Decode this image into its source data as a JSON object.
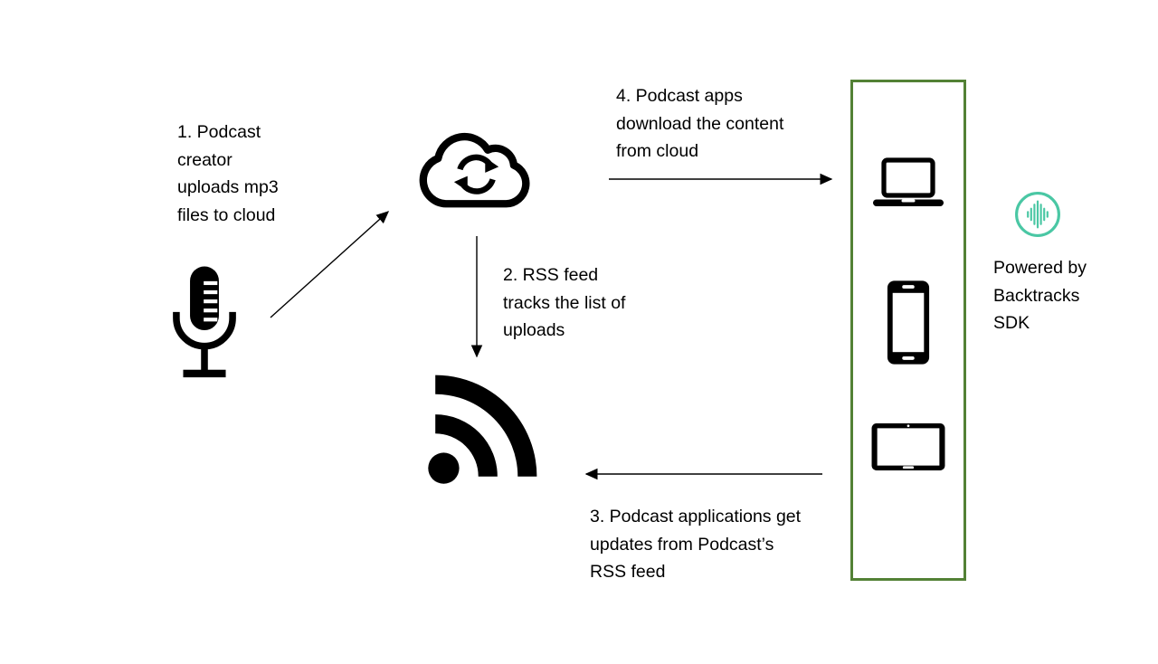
{
  "steps": {
    "step1": {
      "lines": [
        "1. Podcast",
        "creator",
        "uploads mp3",
        "files to cloud"
      ]
    },
    "step2": {
      "lines": [
        "2. RSS feed",
        "tracks the list of",
        "uploads"
      ]
    },
    "step3": {
      "lines": [
        "3. Podcast applications get",
        "updates from Podcast’s",
        "RSS feed"
      ]
    },
    "step4": {
      "lines": [
        "4. Podcast apps",
        "download the content",
        "from cloud"
      ]
    }
  },
  "powered_by": {
    "lines": [
      "Powered by",
      "Backtracks",
      "SDK"
    ]
  },
  "icons": {
    "microphone": "microphone-icon",
    "cloud_sync": "cloud-sync-icon",
    "rss": "rss-feed-icon",
    "laptop": "laptop-icon",
    "smartphone": "smartphone-icon",
    "tablet": "tablet-icon",
    "backtracks_logo": "backtracks-logo-icon"
  },
  "colors": {
    "devices_box_border": "#538135",
    "logo_teal": "#4AC7A4",
    "icon_black": "#000000",
    "background": "#FFFFFF"
  }
}
